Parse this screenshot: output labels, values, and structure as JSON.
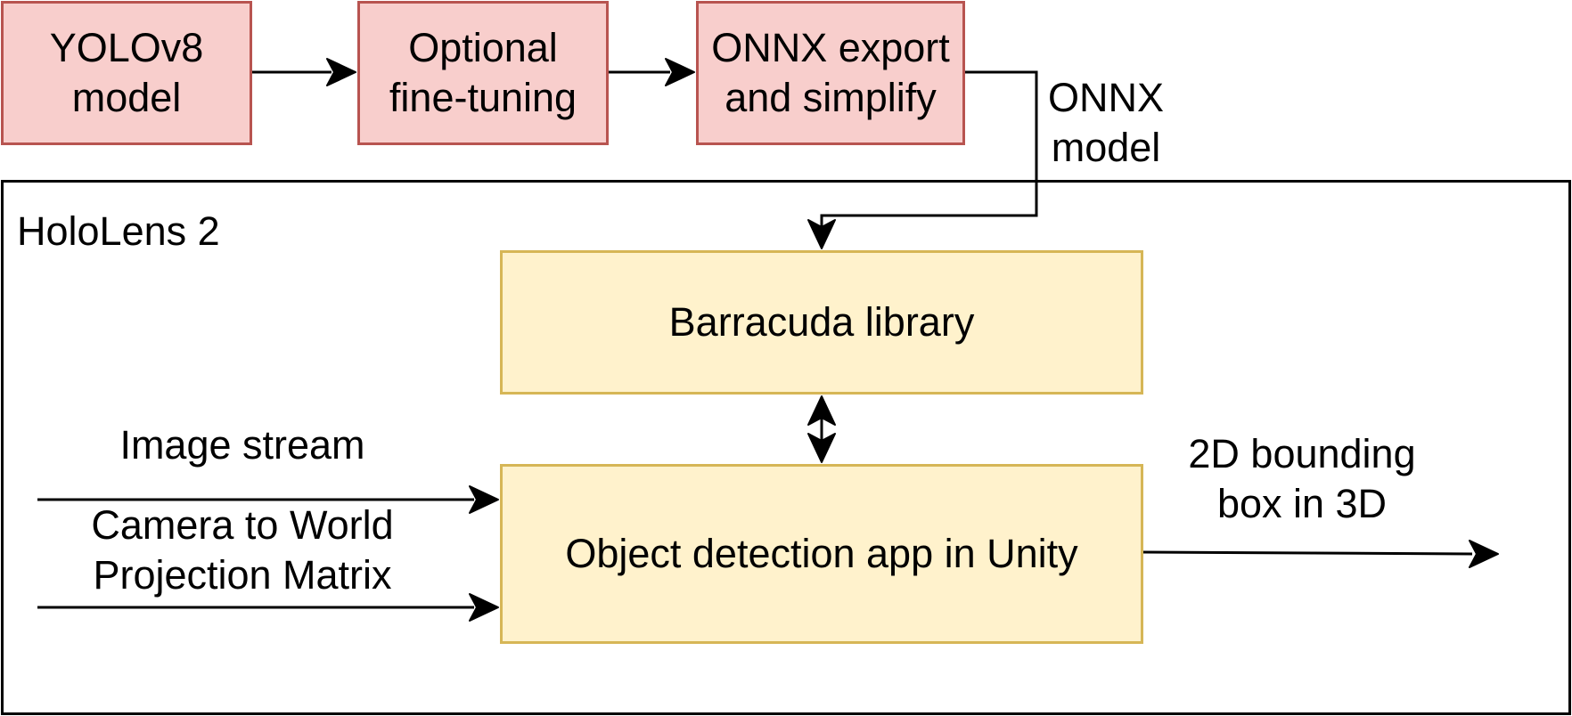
{
  "nodes": {
    "yolo": "YOLOv8 model",
    "finetune": "Optional fine-tuning",
    "onnx_export": "ONNX export and simplify",
    "barracuda": "Barracuda library",
    "app": "Object detection app in Unity"
  },
  "container": {
    "label": "HoloLens 2"
  },
  "edge_labels": {
    "onnx_model": "ONNX model",
    "image_stream": "Image stream",
    "camera_matrix": "Camera to World Projection Matrix",
    "bbox_output": "2D bounding box in 3D"
  },
  "colors": {
    "pink_fill": "#f8cecc",
    "pink_stroke": "#b85450",
    "yellow_fill": "#fff2cc",
    "yellow_stroke": "#d6b656"
  }
}
